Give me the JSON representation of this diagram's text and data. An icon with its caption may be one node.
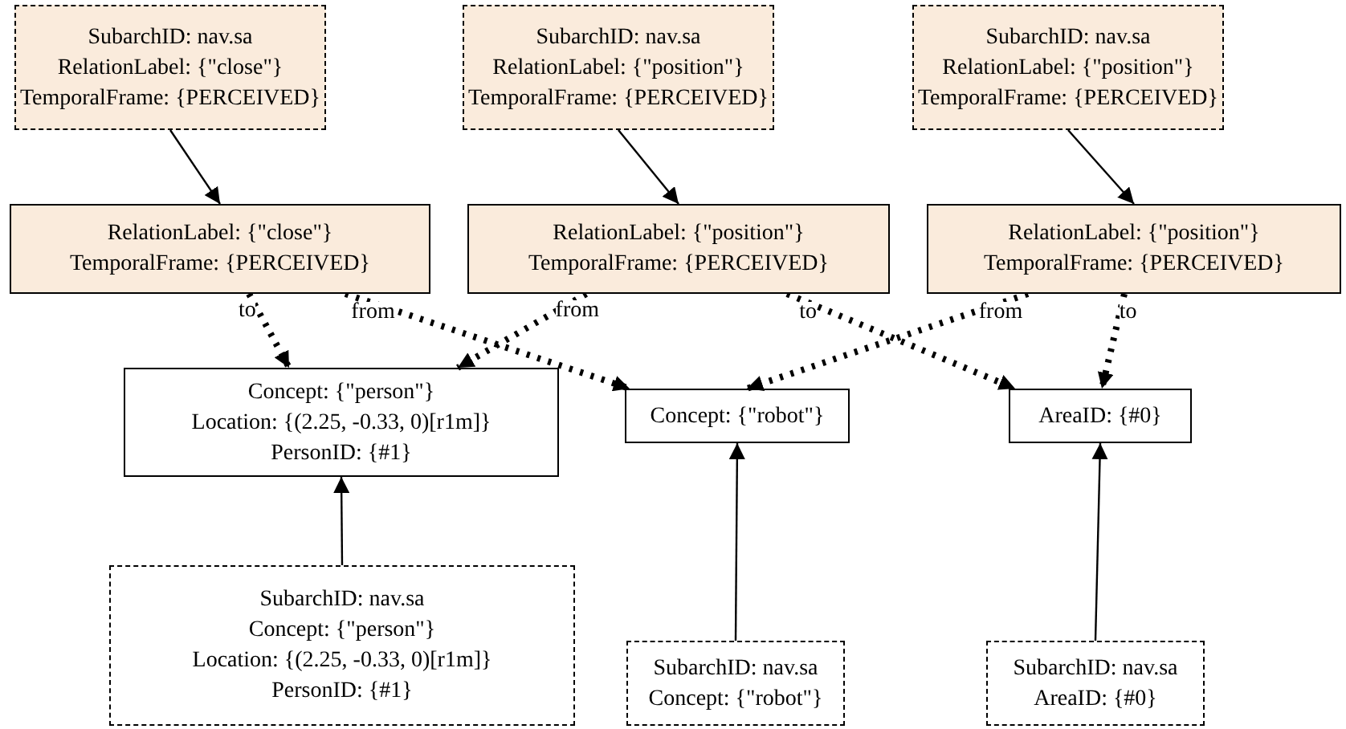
{
  "diagram": {
    "nodes": [
      {
        "text": [
          "SubarchID: nav.sa",
          "RelationLabel: {\"close\"}",
          "TemporalFrame: {PERCEIVED}"
        ]
      },
      {
        "text": [
          "SubarchID: nav.sa",
          "RelationLabel: {\"position\"}",
          "TemporalFrame: {PERCEIVED}"
        ]
      },
      {
        "text": [
          "SubarchID: nav.sa",
          "RelationLabel: {\"position\"}",
          "TemporalFrame: {PERCEIVED}"
        ]
      },
      {
        "text": [
          "RelationLabel: {\"close\"}",
          "TemporalFrame: {PERCEIVED}"
        ]
      },
      {
        "text": [
          "RelationLabel: {\"position\"}",
          "TemporalFrame: {PERCEIVED}"
        ]
      },
      {
        "text": [
          "RelationLabel: {\"position\"}",
          "TemporalFrame: {PERCEIVED}"
        ]
      },
      {
        "text": [
          "Concept: {\"person\"}",
          "Location: {(2.25, -0.33, 0)[r1m]}",
          "PersonID: {#1}"
        ]
      },
      {
        "text": [
          "Concept: {\"robot\"}"
        ]
      },
      {
        "text": [
          "AreaID: {#0}"
        ]
      },
      {
        "text": [
          "SubarchID: nav.sa",
          "Concept: {\"person\"}",
          "Location: {(2.25, -0.33, 0)[r1m]}",
          "PersonID: {#1}"
        ]
      },
      {
        "text": [
          "SubarchID: nav.sa",
          "Concept: {\"robot\"}"
        ]
      },
      {
        "text": [
          "SubarchID: nav.sa",
          "AreaID: {#0}"
        ]
      }
    ],
    "edges": [
      {
        "from": 0,
        "to": 3,
        "arrow": "to"
      },
      {
        "from": 1,
        "to": 4,
        "arrow": "to"
      },
      {
        "from": 2,
        "to": 5,
        "arrow": "to"
      },
      {
        "from": 3,
        "to": 6,
        "arrow": "to",
        "label": "to",
        "style": "dashed"
      },
      {
        "from": 3,
        "to": 7,
        "arrow": "to",
        "label": "from",
        "style": "dashed"
      },
      {
        "from": 4,
        "to": 6,
        "arrow": "to",
        "label": "from",
        "style": "dashed"
      },
      {
        "from": 4,
        "to": 8,
        "arrow": "to",
        "label": "to",
        "style": "dashed"
      },
      {
        "from": 5,
        "to": 7,
        "arrow": "to",
        "label": "from",
        "style": "dashed"
      },
      {
        "from": 5,
        "to": 8,
        "arrow": "to",
        "label": "to",
        "style": "dashed"
      },
      {
        "from": 9,
        "to": 6,
        "arrow": "to"
      },
      {
        "from": 10,
        "to": 7,
        "arrow": "to"
      },
      {
        "from": 11,
        "to": 8,
        "arrow": "to"
      }
    ]
  }
}
